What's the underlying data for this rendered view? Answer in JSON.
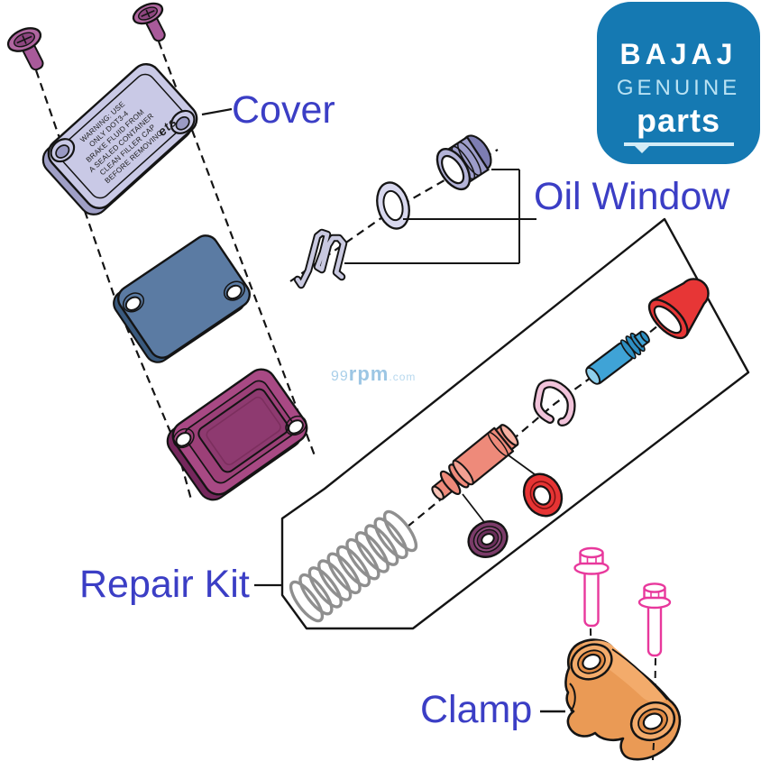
{
  "badge": {
    "brand": "BAJAJ",
    "genuine": "GENUINE",
    "parts": "parts"
  },
  "watermark": {
    "num": "99",
    "name": "rpm",
    "tld": ".com"
  },
  "callouts": {
    "cover": "Cover",
    "oil_window": "Oil Window",
    "repair_kit": "Repair Kit",
    "clamp": "Clamp"
  },
  "cover_text": {
    "lines": [
      "WARNING: USE",
      "ONLY DOT3-4",
      "BRAKE FLUID FROM",
      "A SEALED CONTAINER",
      "CLEAN FILLER CAP",
      "BEFORE REMOVING"
    ],
    "emblem": "ets"
  },
  "colors": {
    "callout_text": "#3b3ec5",
    "badge_bg": "#1579b2",
    "badge_genuine": "#b9e2f3",
    "badge_text": "#ffffff",
    "watermark": "#a3cce9",
    "cover_plate": "#c9c9e6",
    "diaphragm_plate": "#5b7ba3",
    "reservoir_body": "#a84984",
    "screw": "#b066a0",
    "spring": "#8f8f8f",
    "piston": "#ee8a7a",
    "seal_cup": "#7b3b69",
    "seal_ring": "#e63434",
    "circlip": "#f1c3da",
    "push_rod": "#3fa3d6",
    "boot": "#e73636",
    "bolt": "#e8389c",
    "clamp": "#ea9a55",
    "sight_glass": "#9d9dca",
    "outline": "#141414"
  }
}
